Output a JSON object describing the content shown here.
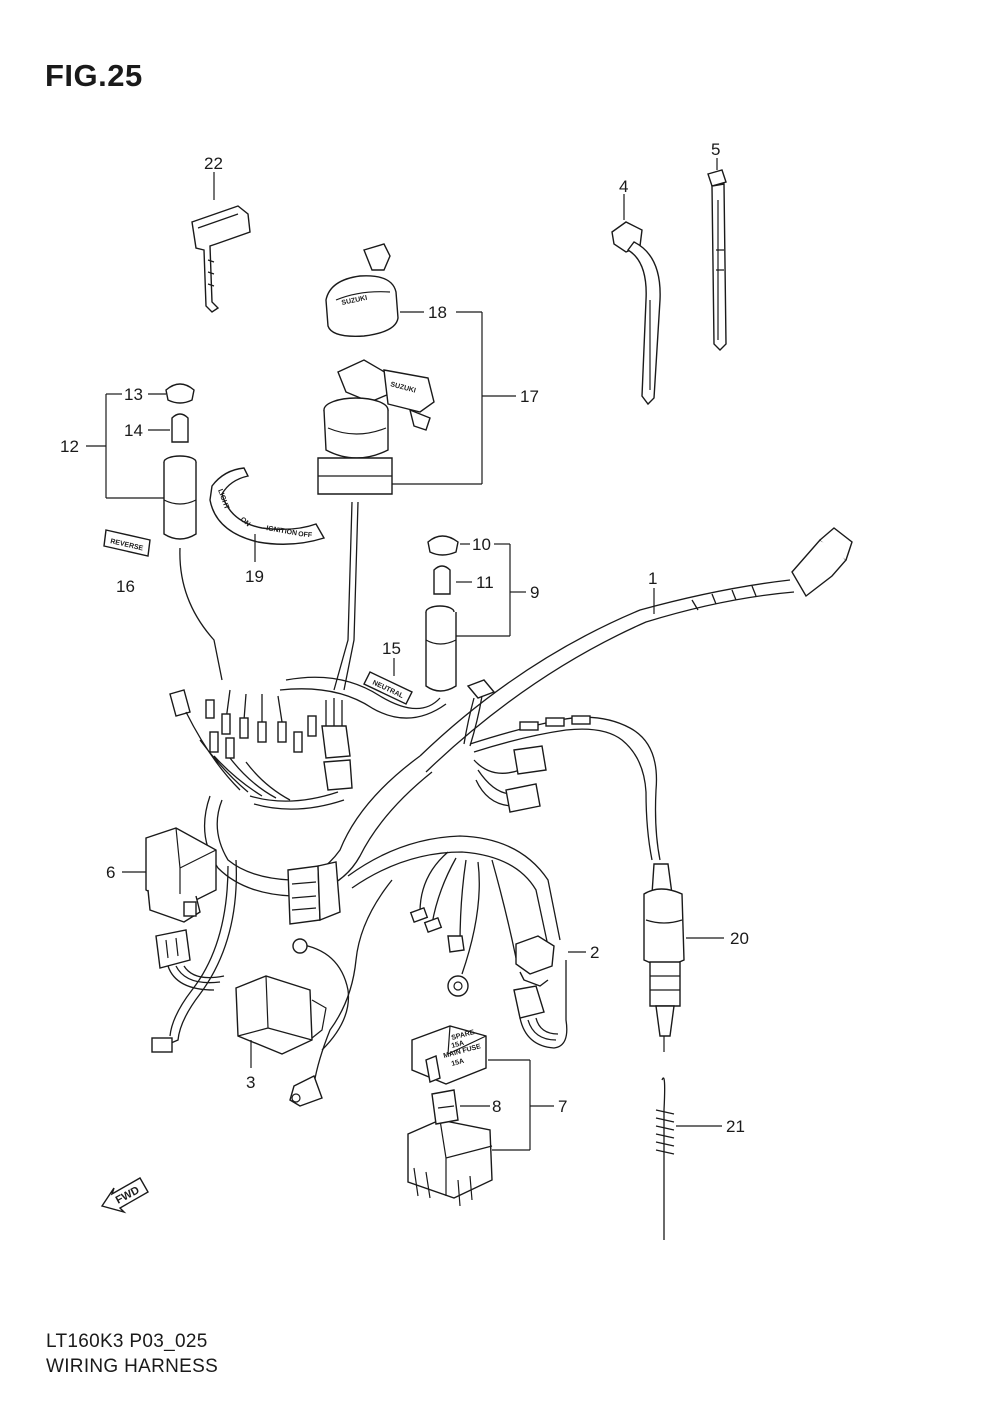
{
  "figure": {
    "title": "FIG.25",
    "model_code": "LT160K3 P03_025",
    "name": "WIRING HARNESS"
  },
  "callouts": [
    "1",
    "2",
    "3",
    "4",
    "5",
    "6",
    "7",
    "8",
    "9",
    "10",
    "11",
    "12",
    "13",
    "14",
    "15",
    "16",
    "17",
    "18",
    "19",
    "20",
    "21",
    "22"
  ],
  "decals": {
    "brand": "SUZUKI",
    "reverse": "REVERSE",
    "neutral": "NEUTRAL",
    "ignition_off": "OFF",
    "ignition": "IGNITION",
    "on": "ON",
    "light": "LIGHT",
    "fuse_spare": "SPARE",
    "fuse_spare_rating": "15A",
    "fuse_main": "MAIN FUSE",
    "fuse_main_rating": "15A"
  },
  "forward_marker": "FWD"
}
